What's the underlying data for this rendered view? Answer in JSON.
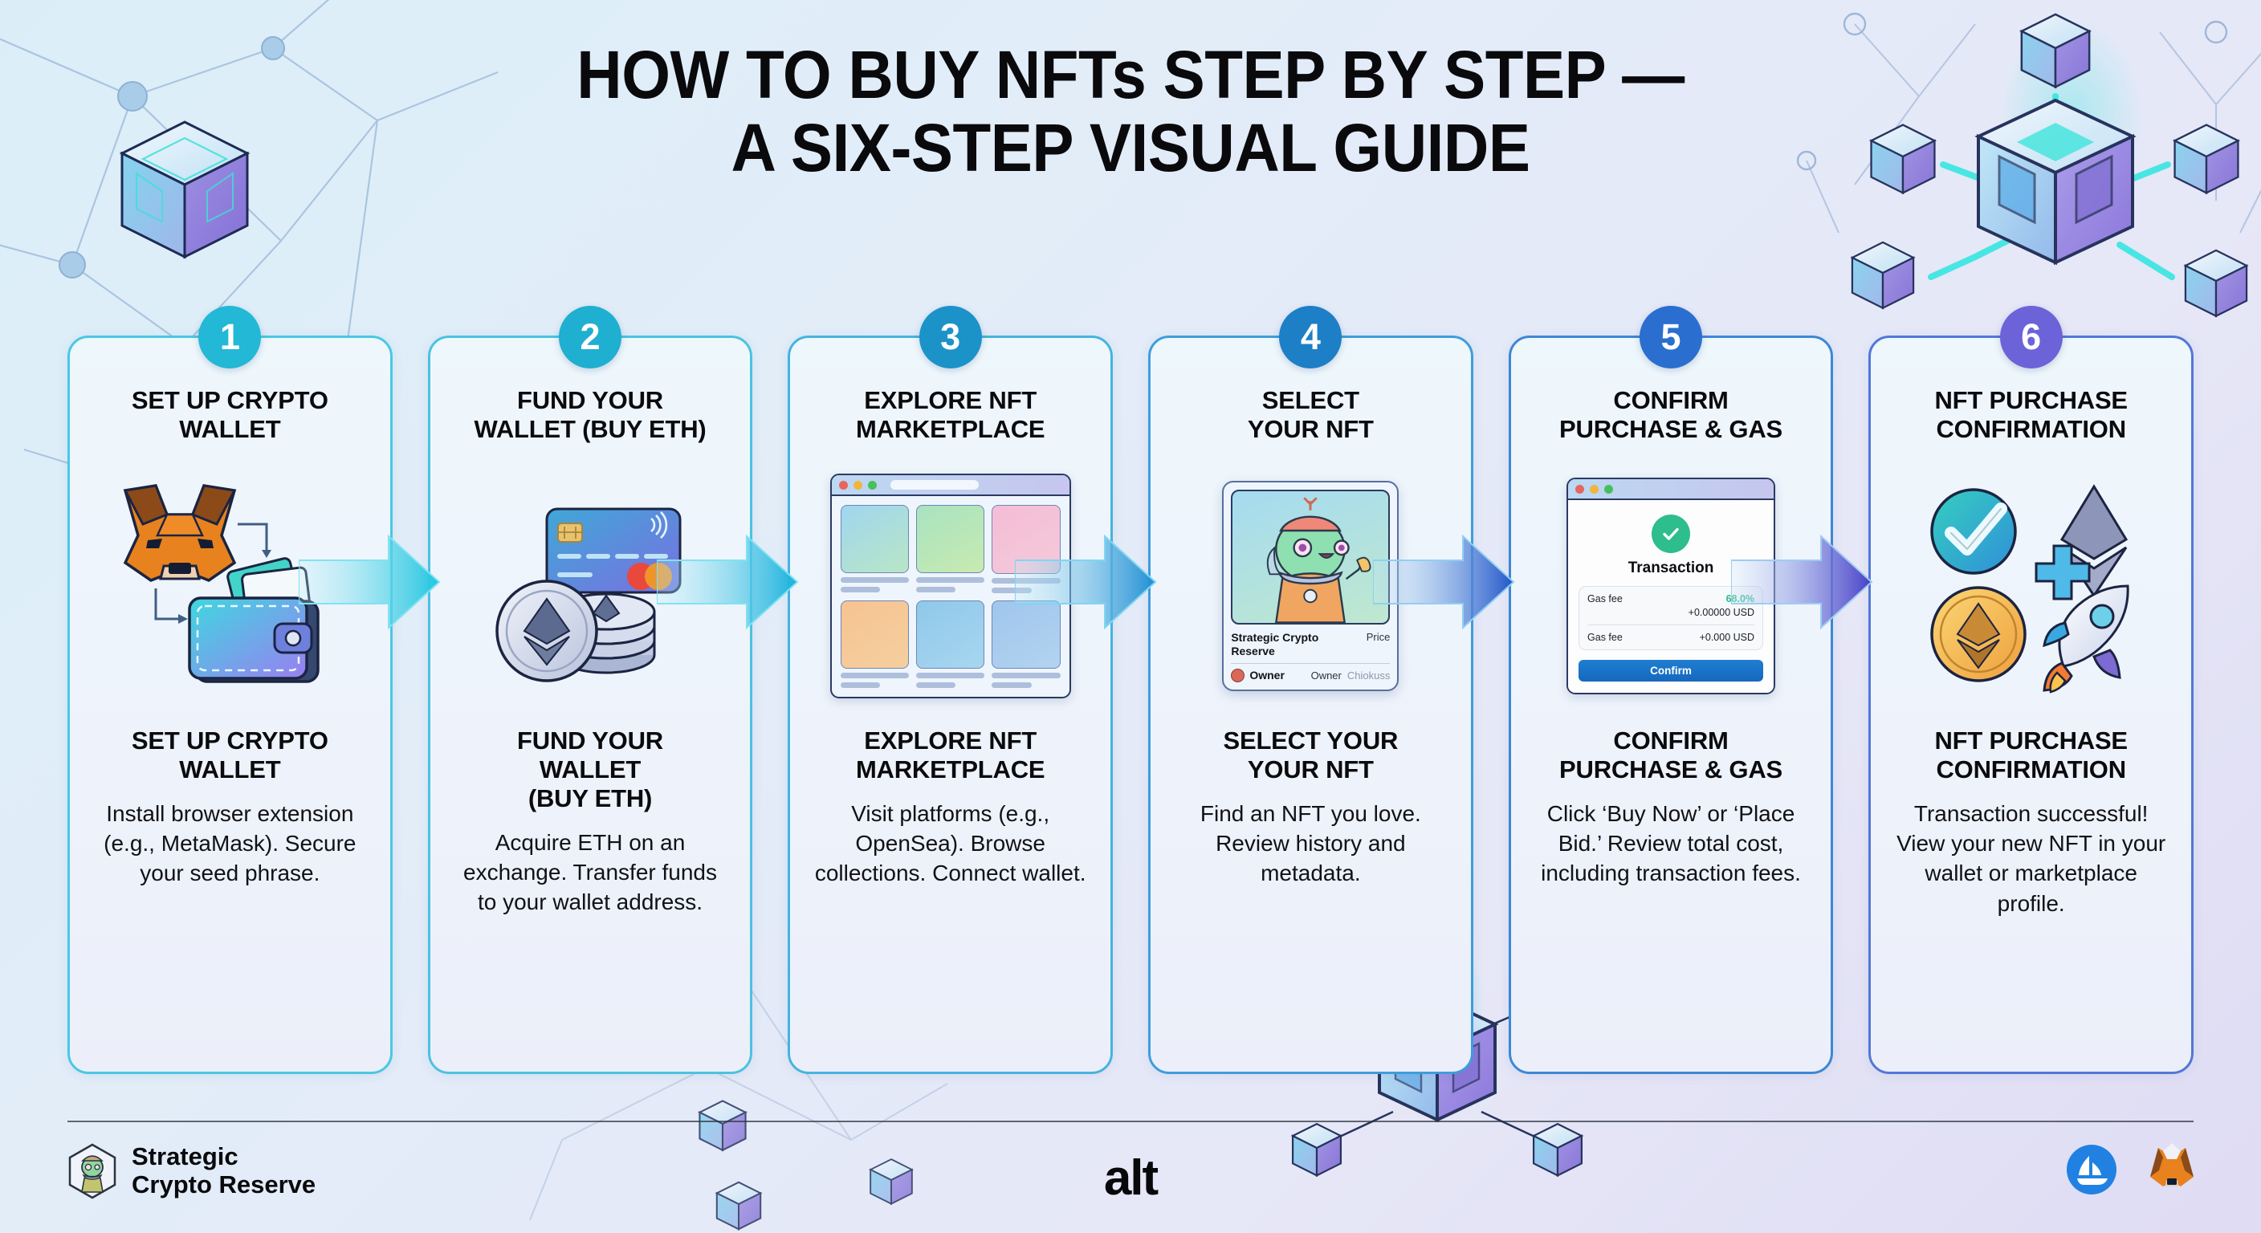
{
  "title": {
    "line1": "HOW TO BUY NFTs STEP BY STEP —",
    "line2": "A SIX-STEP VISUAL GUIDE"
  },
  "steps": [
    {
      "number": "1",
      "heading_top": "SET UP CRYPTO\nWALLET",
      "heading_bottom": "SET UP CRYPTO\nWALLET",
      "body": "Install browser extension (e.g., MetaMask). Secure your seed phrase.",
      "accent": "#49c8e3",
      "badge_color": "#22b8d6",
      "art": "metamask-fox-and-wallet"
    },
    {
      "number": "2",
      "heading_top": "FUND YOUR\nWALLET (BUY ETH)",
      "heading_bottom": "FUND YOUR\nWALLET\n(BUY ETH)",
      "body": "Acquire ETH on an exchange. Transfer funds to your wallet address.",
      "accent": "#4ac3e0",
      "badge_color": "#1fafd0",
      "art": "credit-card-and-eth-coins"
    },
    {
      "number": "3",
      "heading_top": "EXPLORE NFT\nMARKETPLACE",
      "heading_bottom": "EXPLORE NFT\nMARKETPLACE",
      "body": "Visit platforms (e.g., OpenSea). Browse collections. Connect wallet.",
      "accent": "#45b4de",
      "badge_color": "#1b93c9",
      "art": "marketplace-browser-window"
    },
    {
      "number": "4",
      "heading_top": "SELECT\nYOUR NFT",
      "heading_bottom": "SELECT YOUR\nYOUR NFT",
      "body": "Find an NFT you love. Review history and metadata.",
      "accent": "#3f9ddb",
      "badge_color": "#1d7fc6",
      "art": "nft-detail-card"
    },
    {
      "number": "5",
      "heading_top": "CONFIRM\nPURCHASE & GAS",
      "heading_bottom": "CONFIRM\nPURCHASE & GAS",
      "body": "Click ‘Buy Now’ or ‘Place Bid.’ Review total cost, including transaction fees.",
      "accent": "#3d87d6",
      "badge_color": "#2a6ed0",
      "art": "transaction-confirm-window"
    },
    {
      "number": "6",
      "heading_top": "NFT PURCHASE\nCONFIRMATION",
      "heading_bottom": "NFT PURCHASE\nCONFIRMATION",
      "body": "Transaction successful!\nView your new NFT in your wallet or marketplace profile.",
      "accent": "#5277d8",
      "badge_color": "#6d63d8",
      "art": "success-check-eth-rocket"
    }
  ],
  "marketplace_window": {
    "dots": [
      "#e8655f",
      "#f0b53f",
      "#46c05c"
    ],
    "tiles": [
      {
        "bg_from": "#9fd6ef",
        "bg_to": "#b9e6c6"
      },
      {
        "bg_from": "#a8e3c1",
        "bg_to": "#c8eab0"
      },
      {
        "bg_from": "#f5bdd6",
        "bg_to": "#f3c9d9"
      },
      {
        "bg_from": "#f7c391",
        "bg_to": "#f5cf9f"
      },
      {
        "bg_from": "#8fc8ea",
        "bg_to": "#a8d6ef"
      },
      {
        "bg_from": "#9fc6ec",
        "bg_to": "#b3d3f0"
      }
    ]
  },
  "nft_card": {
    "name": "Strategic Crypto\nReserve",
    "price_label": "Price",
    "owner_label": "Owner",
    "owner_value": "Owner",
    "owner_ghost": "Chiokuss"
  },
  "transaction_window": {
    "dots": [
      "#e8655f",
      "#f0b53f",
      "#46c05c"
    ],
    "title": "Transaction",
    "rows": [
      {
        "label": "Gas fee",
        "pct": "68.0%",
        "amount": "+0.00000 USD"
      },
      {
        "label": "Gas fee",
        "pct": "",
        "amount": "+0.000 USD"
      }
    ],
    "confirm_label": "Confirm"
  },
  "footer": {
    "brand": "Strategic\nCrypto Reserve",
    "center_logo": "alt",
    "icons": [
      "opensea-icon",
      "metamask-icon"
    ]
  }
}
